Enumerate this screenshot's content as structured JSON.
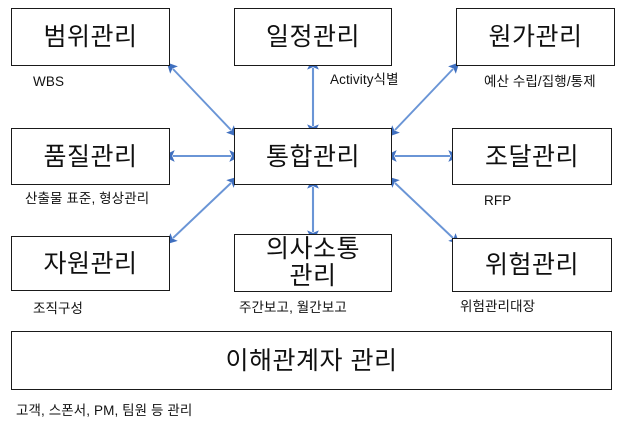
{
  "diagram": {
    "title_node": "통합관리",
    "accent_color": "#4472C4",
    "border_color": "#1a1a1a",
    "background": "#ffffff",
    "nodes": [
      {
        "id": "scope",
        "label": "범위관리",
        "caption": "WBS"
      },
      {
        "id": "schedule",
        "label": "일정관리",
        "caption": "Activity식별"
      },
      {
        "id": "cost",
        "label": "원가관리",
        "caption": "예산 수립/집행/통제"
      },
      {
        "id": "quality",
        "label": "품질관리",
        "caption": "산출물 표준, 형상관리"
      },
      {
        "id": "integration",
        "label": "통합관리",
        "caption": ""
      },
      {
        "id": "procurement",
        "label": "조달관리",
        "caption": "RFP"
      },
      {
        "id": "resource",
        "label": "자원관리",
        "caption": "조직구성"
      },
      {
        "id": "communication",
        "label": "의사소통\n관리",
        "label_line1": "의사소통",
        "label_line2": "관리",
        "caption": "주간보고, 월간보고"
      },
      {
        "id": "risk",
        "label": "위험관리",
        "caption": "위험관리대장"
      },
      {
        "id": "stakeholder",
        "label": "이해관계자 관리",
        "caption": "고객, 스폰서, PM, 팀원 등 관리"
      }
    ],
    "connections": [
      {
        "from": "integration",
        "to": "scope",
        "style": "double-arrow-diagonal"
      },
      {
        "from": "integration",
        "to": "schedule",
        "style": "double-arrow-vertical"
      },
      {
        "from": "integration",
        "to": "cost",
        "style": "double-arrow-diagonal"
      },
      {
        "from": "integration",
        "to": "quality",
        "style": "double-arrow-horizontal"
      },
      {
        "from": "integration",
        "to": "procurement",
        "style": "double-arrow-horizontal"
      },
      {
        "from": "integration",
        "to": "resource",
        "style": "double-arrow-diagonal"
      },
      {
        "from": "integration",
        "to": "communication",
        "style": "double-arrow-vertical"
      },
      {
        "from": "integration",
        "to": "risk",
        "style": "double-arrow-diagonal"
      }
    ]
  }
}
